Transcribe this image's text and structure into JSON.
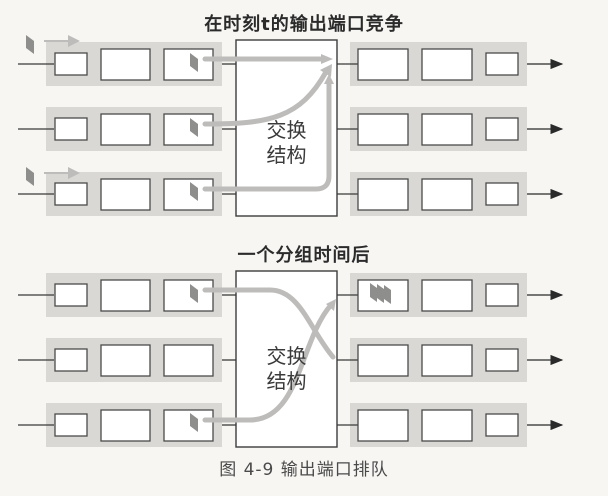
{
  "figure": {
    "caption": "图 4-9    输出端口排队",
    "panels": [
      {
        "title": "在时刻t的输出端口竞争",
        "fabric_label_line1": "交换",
        "fabric_label_line2": "结构",
        "input_ports": [
          {
            "arriving_packet": true,
            "queue_packets": 1
          },
          {
            "arriving_packet": false,
            "queue_packets": 1
          },
          {
            "arriving_packet": true,
            "queue_packets": 1
          }
        ],
        "output_ports": [
          {
            "queued_packets": 0
          },
          {
            "queued_packets": 0
          },
          {
            "queued_packets": 0
          }
        ],
        "paths": [
          {
            "from_input": 1,
            "to_output": 1
          },
          {
            "from_input": 2,
            "to_output": 1
          },
          {
            "from_input": 3,
            "to_output": 1
          }
        ]
      },
      {
        "title": "一个分组时间后",
        "fabric_label_line1": "交换",
        "fabric_label_line2": "结构",
        "input_ports": [
          {
            "arriving_packet": false,
            "queue_packets": 1
          },
          {
            "arriving_packet": false,
            "queue_packets": 0
          },
          {
            "arriving_packet": false,
            "queue_packets": 1
          }
        ],
        "output_ports": [
          {
            "queued_packets": 3
          },
          {
            "queued_packets": 0
          },
          {
            "queued_packets": 0
          }
        ],
        "paths": [
          {
            "from_input": 1,
            "to_output": 2
          },
          {
            "from_input": 3,
            "to_output": 1
          }
        ]
      }
    ],
    "colors": {
      "band": "#d9d8d5",
      "box_stroke": "#4a4a4a",
      "path": "#bdbcba",
      "packet": "#8e8e8c",
      "fabric_stroke": "#3c3c3c"
    }
  }
}
